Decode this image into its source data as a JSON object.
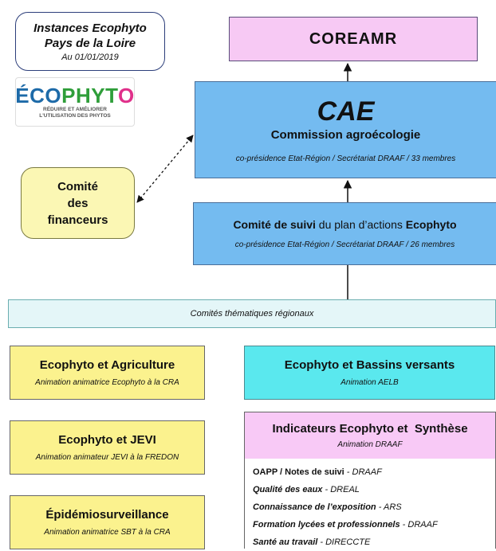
{
  "header": {
    "title_line1": "Instances Ecophyto",
    "title_line2": "Pays de la Loire",
    "date": "Au 01/01/2019"
  },
  "logo": {
    "brand_part1": "ÉCO",
    "brand_part2": "PHYT",
    "brand_part3": "O",
    "tagline_line1": "RÉDUIRE ET AMÉLIORER",
    "tagline_line2": "L'UTILISATION DES PHYTOS"
  },
  "coreamr": {
    "label": "COREAMR"
  },
  "cae": {
    "acronym": "CAE",
    "name": "Commission agroécologie",
    "details": "co-présidence Etat-Région / Secrétariat DRAAF / 33 membres"
  },
  "comite_financeurs": {
    "line1": "Comité",
    "line2": "des",
    "line3": "financeurs"
  },
  "comite_suivi": {
    "bold1": "Comité de suivi",
    "normal": " du plan d’actions ",
    "bold2": "Ecophyto",
    "details": "co-présidence Etat-Région / Secrétariat DRAAF / 26 membres"
  },
  "themes": {
    "label": "Comités thématiques régionaux"
  },
  "agriculture": {
    "title": "Ecophyto et Agriculture",
    "subtitle": "Animation animatrice Ecophyto à la CRA"
  },
  "jevi": {
    "title": "Ecophyto et JEVI",
    "subtitle": "Animation animateur JEVI à la FREDON"
  },
  "epidemio": {
    "title": "Épidémiosurveillance",
    "subtitle": "Animation animatrice SBT à la CRA"
  },
  "bassins": {
    "title": "Ecophyto et Bassins versants",
    "subtitle": "Animation AELB"
  },
  "indicateurs": {
    "title": "Indicateurs Ecophyto et  Synthèse",
    "subtitle": "Animation DRAAF",
    "items": [
      {
        "name": "OAPP / Notes de suivi",
        "owner": " - DRAAF"
      },
      {
        "name": "Qualité des eaux",
        "owner": " - DREAL"
      },
      {
        "name": "Connaissance de l’exposition",
        "owner": " - ARS"
      },
      {
        "name": "Formation lycées et professionnels",
        "owner": " - DRAAF"
      },
      {
        "name": "Santé au travail",
        "owner": " - DIRECCTE"
      }
    ]
  }
}
